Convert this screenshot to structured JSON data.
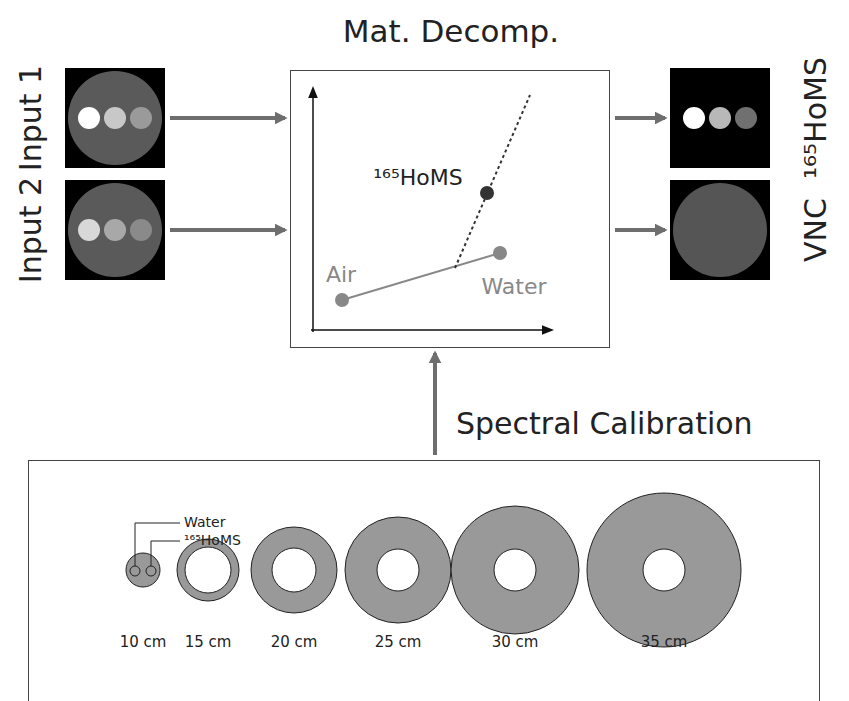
{
  "diagram": {
    "nodes": [
      {
        "text": [
          "Input 1"
        ]
      },
      {
        "text": [
          "Input 2"
        ]
      },
      {
        "text": [
          "Mat. Decomp."
        ]
      },
      {
        "text": [
          "¹⁶⁵HoMS"
        ]
      },
      {
        "text": [
          "VNC"
        ]
      },
      {
        "text": [
          "Spectral Calibration"
        ]
      }
    ],
    "edges": [
      {
        "from": 0,
        "to": 2,
        "arrow": "to"
      },
      {
        "from": 1,
        "to": 2,
        "arrow": "to"
      },
      {
        "from": 2,
        "to": 3,
        "arrow": "to"
      },
      {
        "from": 2,
        "to": 4,
        "arrow": "to"
      },
      {
        "from": 5,
        "to": 2,
        "arrow": "to"
      }
    ],
    "labels": [
      "¹⁶⁵HoMS",
      "Air",
      "Water",
      "Water",
      "¹⁶⁵HoMS",
      "10 cm",
      "15 cm",
      "20 cm",
      "25 cm",
      "30 cm",
      "35 cm"
    ]
  }
}
